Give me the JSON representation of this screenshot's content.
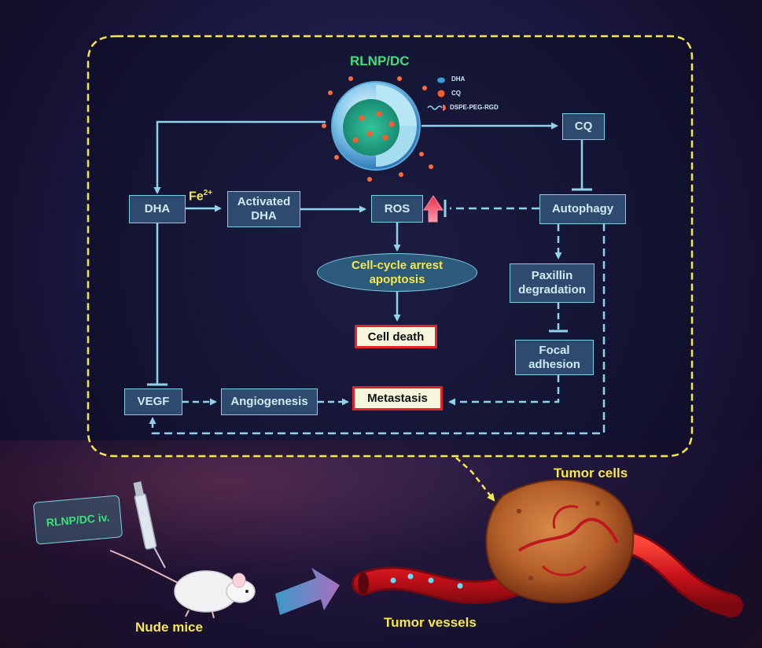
{
  "nanoparticle": {
    "title": "RLNP/DC",
    "legend": [
      {
        "label": "DHA",
        "icon": "dha-droplet-icon"
      },
      {
        "label": "CQ",
        "icon": "cq-sphere-icon"
      },
      {
        "label": "DSPE-PEG-RGD",
        "icon": "peg-chain-icon"
      }
    ]
  },
  "nodes": {
    "cq": "CQ",
    "dha": "DHA",
    "fe": "Fe",
    "fe_sup": "2+",
    "activated_dha": "Activated DHA",
    "ros": "ROS",
    "autophagy": "Autophagy",
    "cell_cycle": "Cell-cycle arrest apoptosis",
    "cell_death": "Cell death",
    "paxillin": "Paxillin degradation",
    "focal": "Focal adhesion",
    "vegf": "VEGF",
    "angiogenesis": "Angiogenesis",
    "metastasis": "Metastasis"
  },
  "scene": {
    "injection_label": "RLNP/DC iv.",
    "mouse_label": "Nude mice",
    "tumor_cells_label": "Tumor cells",
    "tumor_vessels_label": "Tumor vessels"
  },
  "colors": {
    "box_border": "#7ecfe6",
    "box_fill": "#2e4a6e",
    "box_text": "#cfe9f5",
    "yellow": "#f7e84a",
    "green_title": "#3ee07a",
    "red_border": "#e0242a",
    "arrow": "#8fd3ee"
  }
}
